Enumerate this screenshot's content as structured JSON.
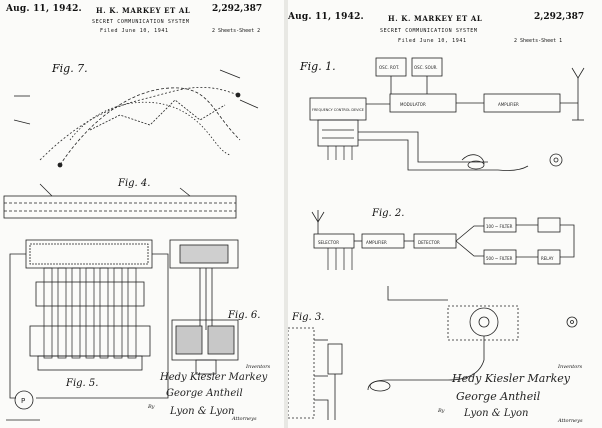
{
  "left_sheet": {
    "date": "Aug. 11, 1942.",
    "inventors": "H. K. MARKEY ET AL",
    "patent_number": "2,292,387",
    "title": "SECRET COMMUNICATION SYSTEM",
    "filed": "Filed June 10, 1941",
    "sheet": "2 Sheets-Sheet 2",
    "fig7": "Fig. 7.",
    "fig4": "Fig. 4.",
    "fig5": "Fig. 5.",
    "fig6": "Fig. 6.",
    "inventors_label": "Inventors",
    "sig1": "Hedy Kiesler Markey",
    "sig2": "George Antheil",
    "by": "By",
    "attorneys": "Lyon & Lyon",
    "attorneys_label": "Attorneys"
  },
  "right_sheet": {
    "date": "Aug. 11, 1942.",
    "inventors": "H. K. MARKEY ET AL",
    "patent_number": "2,292,387",
    "title": "SECRET COMMUNICATION SYSTEM",
    "filed": "Filed June 10, 1941",
    "sheet": "2 Sheets-Sheet 1",
    "fig1": "Fig. 1.",
    "fig2": "Fig. 2.",
    "fig3": "Fig. 3.",
    "inventors_label": "Inventors",
    "sig1": "Hedy Kiesler Markey",
    "sig2": "George Antheil",
    "by": "By",
    "attorneys": "Lyon & Lyon",
    "attorneys_label": "Attorneys",
    "blocks": {
      "osc1": "OSC. ROT.",
      "osc2": "OSC. SOUR.",
      "freq": "FREQUENCY CONTROL DEVICE",
      "modulator": "MODULATOR",
      "amplifier": "AMPLIFIER",
      "selector": "SELECTOR",
      "amplifier2": "AMPLIFIER",
      "detector": "DETECTOR",
      "filter1": "100 ~ FILTER",
      "filter2": "500 ~ FILTER",
      "relay": "RELAY"
    }
  }
}
